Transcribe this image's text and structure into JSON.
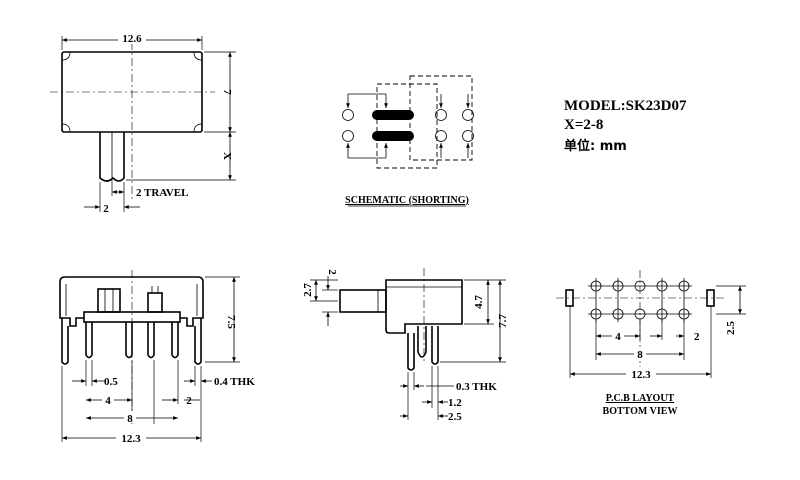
{
  "model_block": {
    "model": "MODEL:SK23D07",
    "x_range": "X=2-8",
    "unit": "单位: mm"
  },
  "top_view": {
    "width": "12.6",
    "height": "7",
    "x_dim": "X",
    "lever": "2",
    "travel": "2 TRAVEL"
  },
  "schematic": {
    "caption": "SCHEMATIC (SHORTING)"
  },
  "front_view": {
    "height": "7.5",
    "pin_width": "0.5",
    "thickness": "0.4 THK",
    "pitch4": "4",
    "pitch2": "2",
    "span8": "8",
    "total": "12.3"
  },
  "side_view": {
    "h27": "2.7",
    "h2": "2",
    "h47": "4.7",
    "h77": "7.7",
    "thk": "0.3 THK",
    "w12": "1.2",
    "w25": "2.5"
  },
  "pcb": {
    "caption1": "P.C.B LAYOUT",
    "caption2": "BOTTOM VIEW",
    "pitch4": "4",
    "pitch2": "2",
    "span8": "8",
    "total": "12.3",
    "row": "2.5"
  }
}
